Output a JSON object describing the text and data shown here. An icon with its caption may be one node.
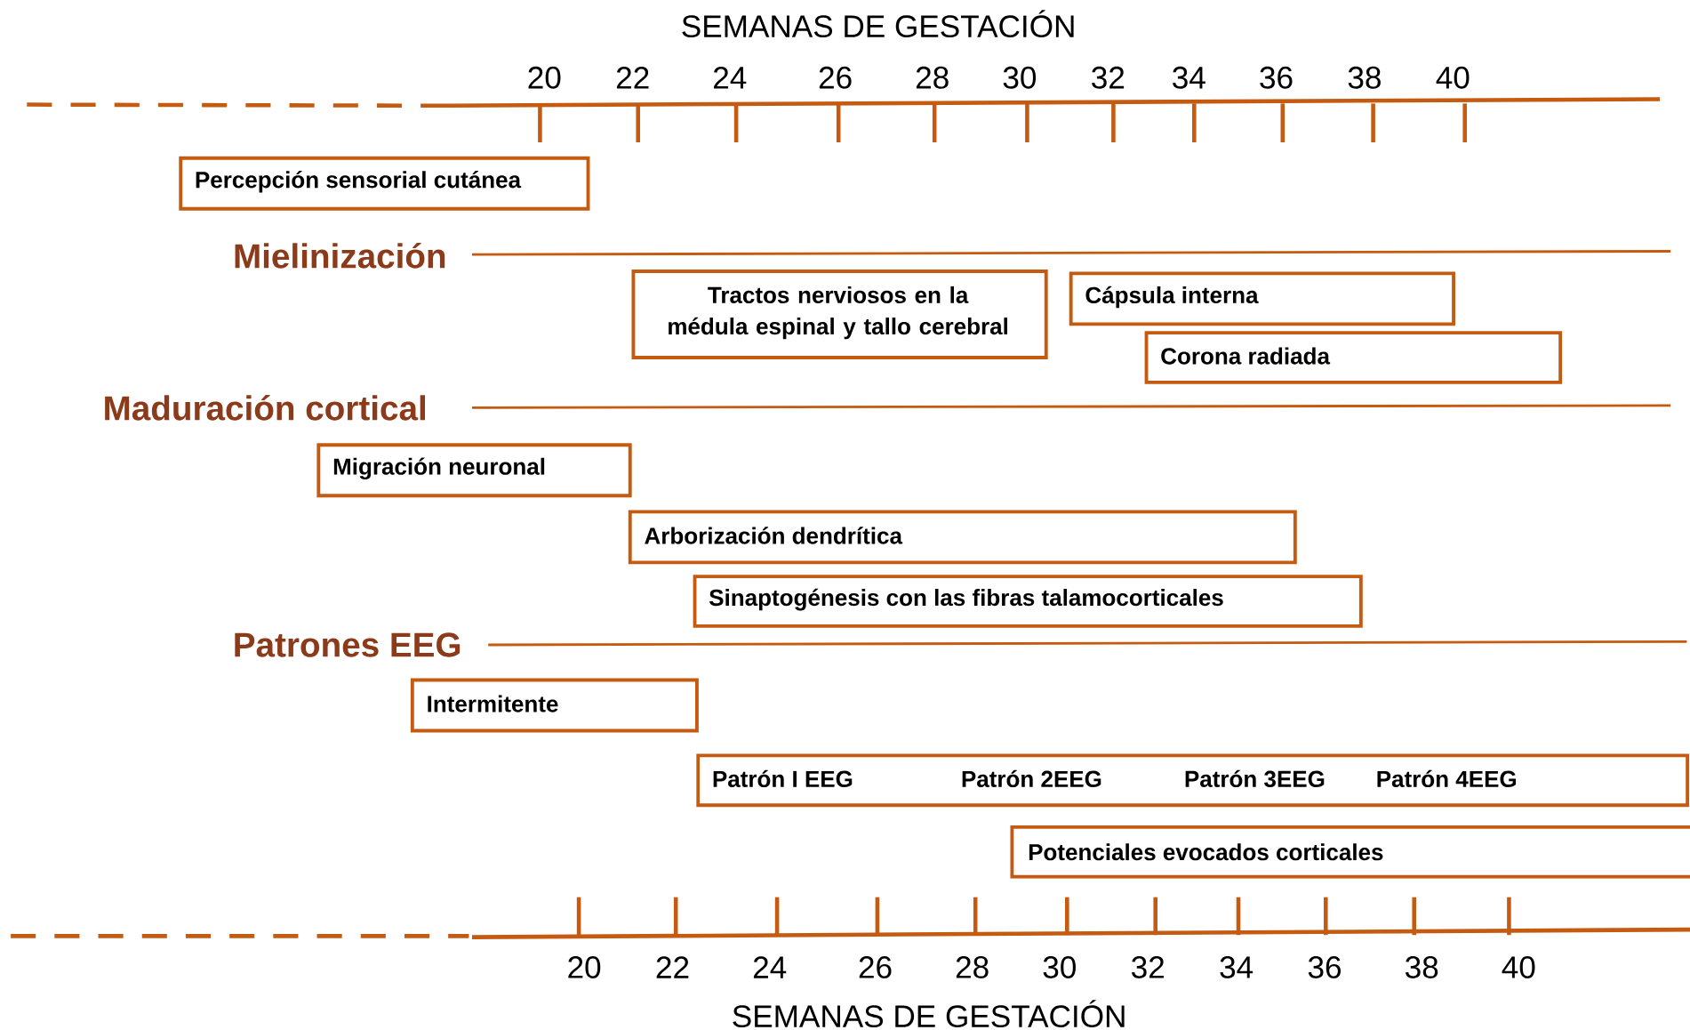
{
  "diagram": {
    "title": "SEMANAS DE GESTACIÓN",
    "nodes": [
      {
        "text": [
          "Percepción sensorial cutánea"
        ]
      },
      {
        "text": [
          "Tractos nerviosos en la médula espinal y tallo cerebral"
        ]
      },
      {
        "text": [
          "Cápsula interna"
        ]
      },
      {
        "text": [
          "Corona radiada"
        ]
      },
      {
        "text": [
          "Migración neuronal"
        ]
      },
      {
        "text": [
          "Arborización dendrítica"
        ]
      },
      {
        "text": [
          "Sinaptogénesis con las fibras talamocorticales"
        ]
      },
      {
        "text": [
          "Intermitente"
        ]
      },
      {
        "text": [
          "Patrón I EEG",
          "Patrón 2EEG",
          "Patrón 3EEG",
          "Patrón 4EEG"
        ]
      },
      {
        "text": [
          "Potenciales evocados corticales"
        ]
      }
    ],
    "labels": [
      "20",
      "22",
      "24",
      "26",
      "28",
      "30",
      "32",
      "34",
      "36",
      "38",
      "40",
      "Mielinización",
      "Maduración cortical",
      "Patrones EEG",
      "20",
      "22",
      "24",
      "26",
      "28",
      "30",
      "32",
      "34",
      "36",
      "38",
      "40",
      "SEMANAS DE GESTACIÓN"
    ]
  }
}
